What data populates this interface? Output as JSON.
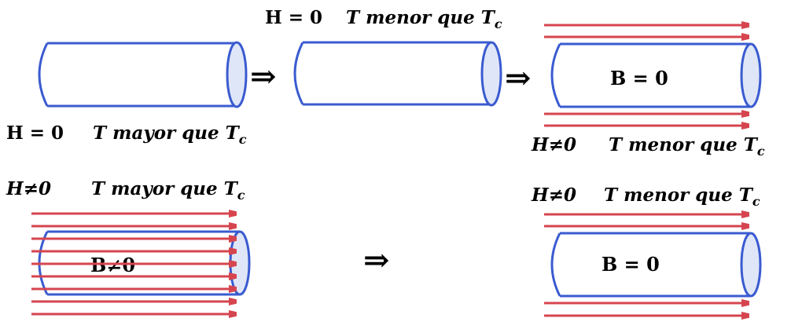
{
  "colors": {
    "cylinder_stroke": "#3a5bd0",
    "cylinder_end_fill": "#dfe6f7",
    "field_arrow": "#d6454f"
  },
  "labels": {
    "top_left": {
      "h": "H = 0",
      "t": "T mayor que T",
      "sub": "c"
    },
    "top_middle": {
      "h": "H = 0",
      "t": "T menor que T",
      "sub": "c"
    },
    "top_right": {
      "h": "H≠0",
      "t": "T menor que T",
      "sub": "c"
    },
    "bottom_left": {
      "h": "H≠0",
      "t": "T mayor que T",
      "sub": "c"
    },
    "bottom_right": {
      "h": "H≠0",
      "t": "T menor que T",
      "sub": "c"
    }
  },
  "interior": {
    "top_right_b": "B = 0",
    "bottom_left_b": "B≠0",
    "bottom_right_b": "B = 0"
  },
  "arrows": {
    "implies": "⇒"
  }
}
